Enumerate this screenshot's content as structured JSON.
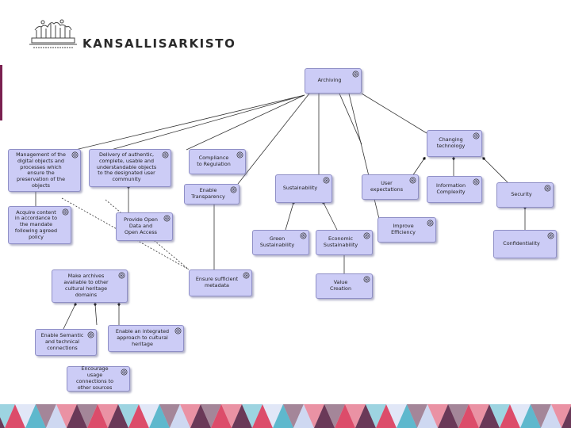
{
  "brand": {
    "name": "KANSALLISARKISTO"
  },
  "colors": {
    "node_fill": "#ccccf6",
    "node_border": "#8f8fc6",
    "edge": "#333333",
    "footer_purple": "#5a2346",
    "footer_red": "#d8385a",
    "footer_blue": "#4cb0c8",
    "footer_light": "#c9d4f0"
  },
  "nodes": [
    {
      "id": "archiving",
      "label": "Archiving"
    },
    {
      "id": "changing-technology",
      "label": "Changing\ntechnology"
    },
    {
      "id": "management",
      "label": "Management of the\ndigital objects and\nprocesses which\nensure the\npreservation of the\nobjects"
    },
    {
      "id": "delivery",
      "label": "Delivery of authentic,\ncomplete, usable and\nunderstandable objects\nto the designated user\ncommunity"
    },
    {
      "id": "compliance",
      "label": "Compliance\nto Regulation"
    },
    {
      "id": "enable-transparency",
      "label": "Enable\nTransparency"
    },
    {
      "id": "sustainability",
      "label": "Sustainability"
    },
    {
      "id": "user-expectations",
      "label": "User\nexpectations"
    },
    {
      "id": "information-complexity",
      "label": "Information\nComplexity"
    },
    {
      "id": "security",
      "label": "Security"
    },
    {
      "id": "acquire-content",
      "label": "Acquire content\nin accordance to\nthe mandate\nfollowing agreed\npolicy"
    },
    {
      "id": "provide-open-data",
      "label": "Provide Open\nData and\nOpen Access"
    },
    {
      "id": "green-sustainability",
      "label": "Green\nSustainability"
    },
    {
      "id": "economic-sustainability",
      "label": "Economic\nSustainability"
    },
    {
      "id": "improve-efficiency",
      "label": "Improve\nEfficiency"
    },
    {
      "id": "confidentiality",
      "label": "Confidentiality"
    },
    {
      "id": "make-archives-available",
      "label": "Make archives\navailable to other\ncultural heritage\ndomains"
    },
    {
      "id": "ensure-metadata",
      "label": "Ensure sufficient\nmetadata"
    },
    {
      "id": "value-creation",
      "label": "Value\nCreation"
    },
    {
      "id": "enable-semantic",
      "label": "Enable Semantic\nand technical\nconnections"
    },
    {
      "id": "enable-integrated",
      "label": "Enable an integrated\napproach to cultural\nheritage"
    },
    {
      "id": "encourage-usage",
      "label": "Encourage\nusage\nconnections to\nother sources"
    }
  ]
}
